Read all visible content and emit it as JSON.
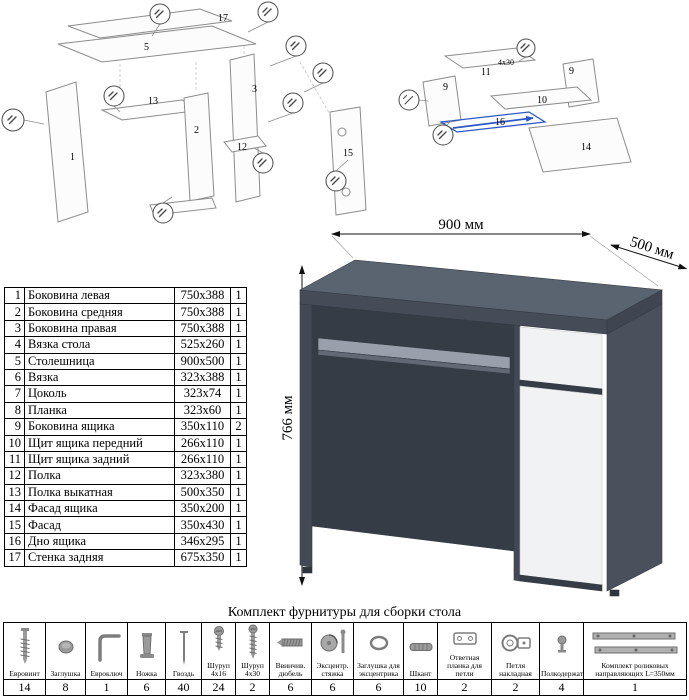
{
  "diagram_main": {
    "labels": {
      "p17": "17",
      "p5": "5",
      "p1": "1",
      "p13": "13",
      "p2": "2",
      "p3": "3",
      "p12": "12",
      "p15": "15"
    }
  },
  "diagram_drawer": {
    "labels": {
      "p11": "11",
      "p9a": "9",
      "p9b": "9",
      "p10": "10",
      "p16": "16",
      "p14": "14"
    },
    "screw_note": "4х30"
  },
  "desk": {
    "width_label": "900 мм",
    "depth_label": "500 мм",
    "height_label": "766 мм",
    "body_color": "#4a515c",
    "front_color": "#f1f2f4"
  },
  "parts_table": {
    "rows": [
      {
        "n": "1",
        "name": "Боковина левая",
        "size": "750x388",
        "qty": "1"
      },
      {
        "n": "2",
        "name": "Боковина средняя",
        "size": "750x388",
        "qty": "1"
      },
      {
        "n": "3",
        "name": "Боковина правая",
        "size": "750x388",
        "qty": "1"
      },
      {
        "n": "4",
        "name": "Вязка стола",
        "size": "525x260",
        "qty": "1"
      },
      {
        "n": "5",
        "name": "Столешница",
        "size": "900x500",
        "qty": "1"
      },
      {
        "n": "6",
        "name": "Вязка",
        "size": "323x388",
        "qty": "1"
      },
      {
        "n": "7",
        "name": "Цоколь",
        "size": "323x74",
        "qty": "1"
      },
      {
        "n": "8",
        "name": "Планка",
        "size": "323x60",
        "qty": "1"
      },
      {
        "n": "9",
        "name": "Боковина ящика",
        "size": "350x110",
        "qty": "2"
      },
      {
        "n": "10",
        "name": "Щит ящика передний",
        "size": "266x110",
        "qty": "1"
      },
      {
        "n": "11",
        "name": "Щит ящика задний",
        "size": "266x110",
        "qty": "1"
      },
      {
        "n": "12",
        "name": "Полка",
        "size": "323x380",
        "qty": "1"
      },
      {
        "n": "13",
        "name": "Полка выкатная",
        "size": "500x350",
        "qty": "1"
      },
      {
        "n": "14",
        "name": "Фасад ящика",
        "size": "350x200",
        "qty": "1"
      },
      {
        "n": "15",
        "name": "Фасад",
        "size": "350x430",
        "qty": "1"
      },
      {
        "n": "16",
        "name": "Дно ящика",
        "size": "346x295",
        "qty": "1"
      },
      {
        "n": "17",
        "name": "Стенка задняя",
        "size": "675x350",
        "qty": "1"
      }
    ]
  },
  "hardware": {
    "title": "Комплект фурнитуры для сборки стола",
    "items": [
      {
        "name": "Евровинт",
        "qty": "14"
      },
      {
        "name": "Заглушка",
        "qty": "8"
      },
      {
        "name": "Евроключ",
        "qty": "1"
      },
      {
        "name": "Ножка",
        "qty": "6"
      },
      {
        "name": "Гвоздь",
        "qty": "40"
      },
      {
        "name": "Шуруп 4x16",
        "qty": "24"
      },
      {
        "name": "Шуруп 4x30",
        "qty": "2"
      },
      {
        "name": "Ввинчив. дюбель",
        "qty": "6"
      },
      {
        "name": "Эксцентр. стяжка",
        "qty": "6"
      },
      {
        "name": "Заглушка для эксцентрика",
        "qty": "6"
      },
      {
        "name": "Шкант",
        "qty": "10"
      },
      {
        "name": "Ответная планка для петли",
        "qty": "2"
      },
      {
        "name": "Петля накладная",
        "qty": "2"
      },
      {
        "name": "Полкодержатель",
        "qty": "4"
      },
      {
        "name": "Комплект роликовых направляющих L=350мм",
        "qty": "1"
      }
    ]
  }
}
